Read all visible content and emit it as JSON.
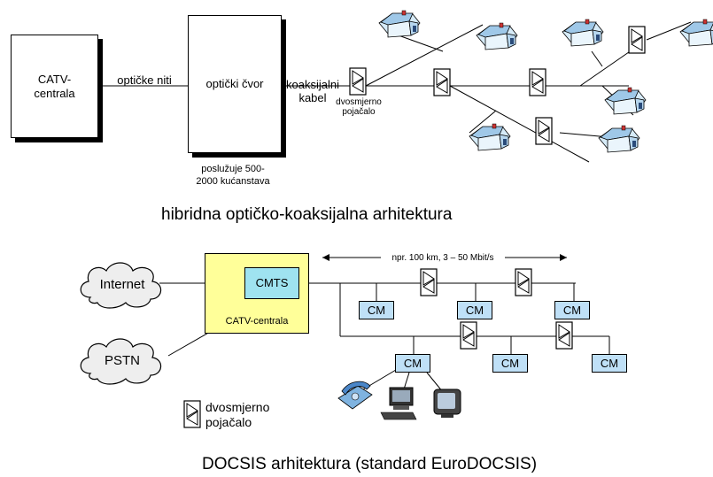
{
  "top": {
    "catv_central": "CATV-\ncentrala",
    "fiber_label": "optičke niti",
    "optical_node": "optički čvor",
    "coax_label": "koaksijalni\nkabel",
    "amp_label": "dvosmjerno\npojačalo",
    "serves": "poslužuje 500-\n2000 kućanstava",
    "caption": "hibridna optičko-koaksijalna arhitektura"
  },
  "bottom": {
    "internet": "Internet",
    "pstn": "PSTN",
    "cmts": "CMTS",
    "catv_central": "CATV-centrala",
    "distance": "npr. 100 km, 3 – 50 Mbit/s",
    "cm_label": "CM",
    "legend_amp": "dvosmjerno\npojačalo",
    "caption": "DOCSIS arhitektura (standard EuroDOCSIS)"
  },
  "colors": {
    "cm_fill": "#bfe0f7",
    "cmts_fill": "#9fe3f0",
    "catv_box_fill": "#ffff99",
    "house_wall": "#d6ebf8",
    "house_roof": "#9fc8e8"
  },
  "icons": [
    "house-icon",
    "amplifier-icon",
    "cloud-icon",
    "telephone-icon",
    "computer-icon",
    "tv-icon"
  ]
}
